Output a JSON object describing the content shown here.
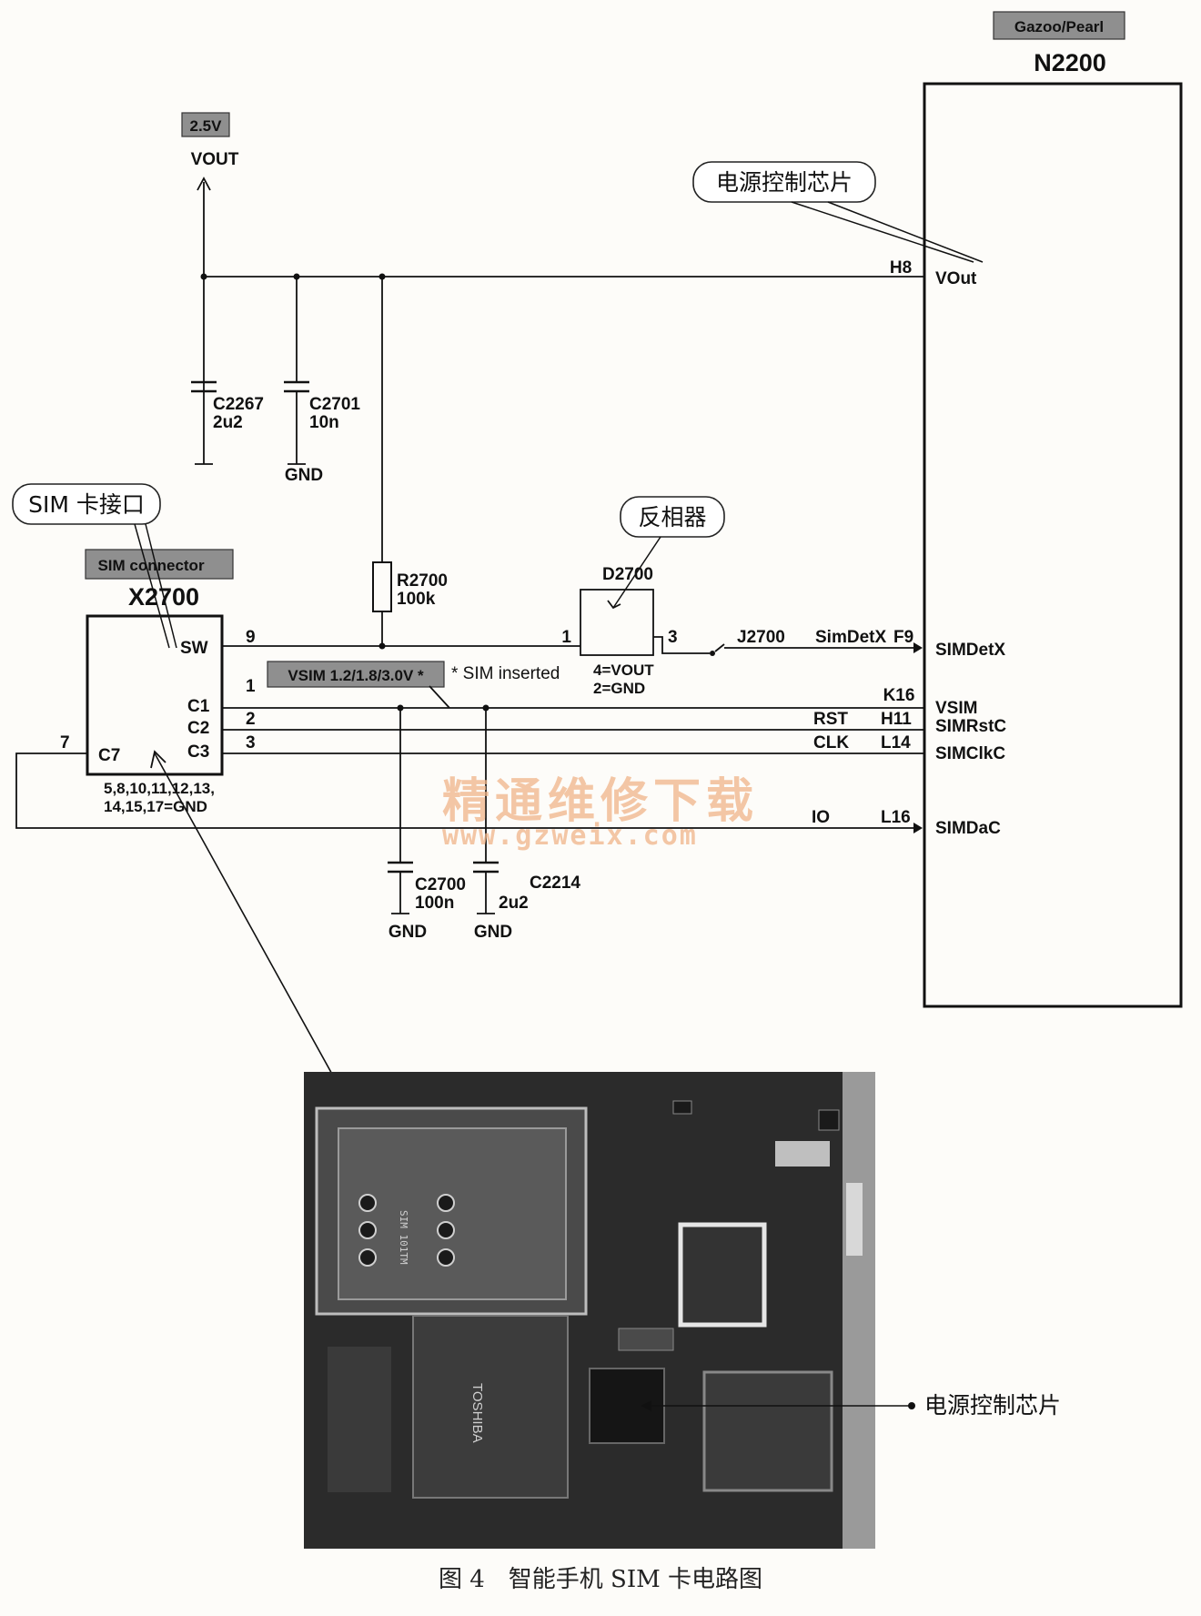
{
  "labels": {
    "gazoo_tag": "Gazoo/Pearl",
    "n2200": "N2200",
    "v25_tag": "2.5V",
    "vout_top": "VOUT",
    "callout_power": "电源控制芯片",
    "h8": "H8",
    "vout_pin": "VOut",
    "c2267": "C2267",
    "c2267_val": "2u2",
    "c2701": "C2701",
    "c2701_val": "10n",
    "gnd_1": "GND",
    "callout_sim": "SIM 卡接口",
    "sim_connector_tag": "SIM connector",
    "x2700": "X2700",
    "r2700": "R2700",
    "r2700_val": "100k",
    "callout_inverter": "反相器",
    "d2700": "D2700",
    "sw": "SW",
    "c1": "C1",
    "c2": "C2",
    "c3": "C3",
    "c7": "C7",
    "gnd_pins_1": "5,8,10,11,12,13,",
    "gnd_pins_2": "14,15,17=GND",
    "pin9": "9",
    "pin1": "1",
    "pin2": "2",
    "pin3": "3",
    "pin7": "7",
    "d_pin1": "1",
    "d_pin3": "3",
    "d_note1": "4=VOUT",
    "d_note2": "2=GND",
    "j2700": "J2700",
    "simdetx_net": "SimDetX",
    "f9": "F9",
    "simdetx_pin": "SIMDetX",
    "vsim_tag": "VSIM 1.2/1.8/3.0V *",
    "sim_inserted": "* SIM inserted",
    "k16": "K16",
    "vsim_pin": "VSIM",
    "rst": "RST",
    "h11": "H11",
    "simrstc": "SIMRstC",
    "clk": "CLK",
    "l14": "L14",
    "simclkc": "SIMClkC",
    "io": "IO",
    "l16": "L16",
    "simdac": "SIMDaC",
    "c2700": "C2700",
    "c2700_val": "100n",
    "c2214": "C2214",
    "c2214_val": "2u2",
    "gnd_2": "GND",
    "gnd_3": "GND",
    "photo_label": "电源控制芯片",
    "watermark_cn": "精通维修下载",
    "watermark_url": "www.gzweix.com",
    "caption": "图 4　智能手机 SIM 卡电路图"
  },
  "photo_chip_text": {
    "toshiba": "TOSHIBA",
    "sim_tray": "SIM 101TM"
  },
  "colors": {
    "watermark": "#f0b58a",
    "tag_fill": "#8f8f8f",
    "pcb_dark": "#2b2b2b"
  }
}
